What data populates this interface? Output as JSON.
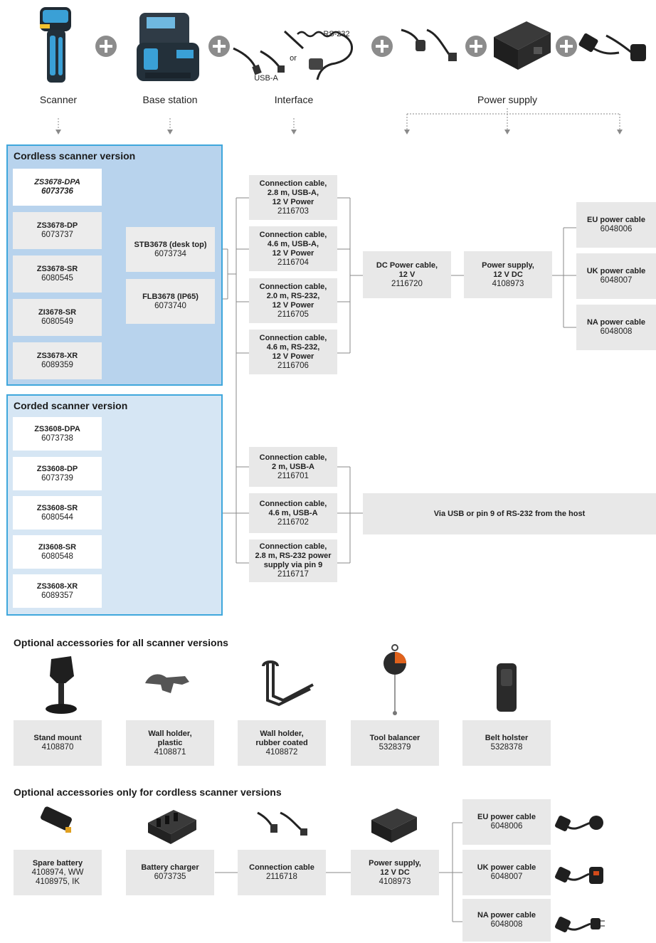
{
  "header": {
    "scanner": "Scanner",
    "base_station": "Base station",
    "interface": "Interface",
    "power_supply": "Power supply",
    "rs232": "RS-232",
    "or": "or",
    "usba": "USB-A"
  },
  "cordless": {
    "title": "Cordless scanner version",
    "items": [
      {
        "name": "ZS3678-DPA",
        "code": "6073736"
      },
      {
        "name": "ZS3678-DP",
        "code": "6073737"
      },
      {
        "name": "ZS3678-SR",
        "code": "6080545"
      },
      {
        "name": "ZI3678-SR",
        "code": "6080549"
      },
      {
        "name": "ZS3678-XR",
        "code": "6089359"
      }
    ],
    "bases": [
      {
        "name": "STB3678 (desk top)",
        "code": "6073734"
      },
      {
        "name": "FLB3678 (IP65)",
        "code": "6073740"
      }
    ]
  },
  "cables_cordless": [
    {
      "name": "Connection cable,\n2.8 m, USB-A,\n12 V Power",
      "code": "2116703"
    },
    {
      "name": "Connection cable,\n4.6 m, USB-A,\n12 V Power",
      "code": "2116704"
    },
    {
      "name": "Connection cable,\n2.0 m, RS-232,\n12 V Power",
      "code": "2116705"
    },
    {
      "name": "Connection cable,\n4.6 m, RS-232,\n12 V Power",
      "code": "2116706"
    }
  ],
  "dc_cable": {
    "name": "DC Power cable,\n12 V",
    "code": "2116720"
  },
  "power_supply_main": {
    "name": "Power supply,\n12 V DC",
    "code": "4108973"
  },
  "power_cables": [
    {
      "name": "EU power cable",
      "code": "6048006"
    },
    {
      "name": "UK power cable",
      "code": "6048007"
    },
    {
      "name": "NA power cable",
      "code": "6048008"
    }
  ],
  "corded": {
    "title": "Corded scanner version",
    "items": [
      {
        "name": "ZS3608-DPA",
        "code": "6073738"
      },
      {
        "name": "ZS3608-DP",
        "code": "6073739"
      },
      {
        "name": "ZS3608-SR",
        "code": "6080544"
      },
      {
        "name": "ZI3608-SR",
        "code": "6080548"
      },
      {
        "name": "ZS3608-XR",
        "code": "6089357"
      }
    ]
  },
  "cables_corded": [
    {
      "name": "Connection cable,\n2 m, USB-A",
      "code": "2116701"
    },
    {
      "name": "Connection cable,\n4.6 m, USB-A",
      "code": "2116702"
    },
    {
      "name": "Connection cable,\n2.8 m, RS-232 power\nsupply via pin 9",
      "code": "2116717"
    }
  ],
  "usb_power_note": "Via USB or pin 9 of RS-232 from the host",
  "acc_all": {
    "title": "Optional accessories for all scanner versions",
    "items": [
      {
        "name": "Stand mount",
        "code": "4108870"
      },
      {
        "name": "Wall holder,\nplastic",
        "code": "4108871"
      },
      {
        "name": "Wall holder,\nrubber coated",
        "code": "4108872"
      },
      {
        "name": "Tool balancer",
        "code": "5328379"
      },
      {
        "name": "Belt holster",
        "code": "5328378"
      }
    ]
  },
  "acc_cordless": {
    "title": "Optional accessories only for cordless scanner versions",
    "battery": {
      "name": "Spare battery",
      "code": "4108974, WW\n4108975, IK"
    },
    "charger": {
      "name": "Battery charger",
      "code": "6073735"
    },
    "cable": {
      "name": "Connection cable",
      "code": "2116718"
    },
    "psu": {
      "name": "Power supply,\n12 V DC",
      "code": "4108973"
    },
    "power_cables": [
      {
        "name": "EU power cable",
        "code": "6048006"
      },
      {
        "name": "UK power cable",
        "code": "6048007"
      },
      {
        "name": "NA power cable",
        "code": "6048008"
      }
    ]
  },
  "colors": {
    "accent": "#3fa7dc",
    "panel_dark": "#b8d3ed",
    "panel_light": "#d6e6f4",
    "box": "#e8e8e8",
    "line": "#888888"
  }
}
